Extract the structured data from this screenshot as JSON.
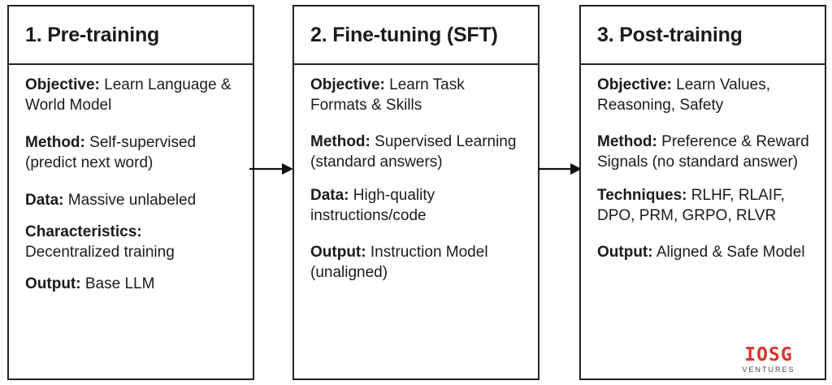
{
  "stages": [
    {
      "title": "1. Pre-training",
      "items": [
        {
          "label": "Objective:",
          "text": "Learn Language & World Model"
        },
        {
          "label": "Method:",
          "text": "Self-supervised (predict next word)"
        },
        {
          "label": "Data:",
          "text": "Massive unlabeled"
        },
        {
          "label": "Characteristics:",
          "text": "Decentralized training"
        },
        {
          "label": "Output:",
          "text": "Base LLM"
        }
      ]
    },
    {
      "title": "2. Fine-tuning (SFT)",
      "items": [
        {
          "label": "Objective:",
          "text": "Learn Task Formats & Skills"
        },
        {
          "label": "Method:",
          "text": "Supervised Learning (standard answers)"
        },
        {
          "label": "Data:",
          "text": "High-quality instructions/code"
        },
        {
          "label": "Output:",
          "text": "Instruction Model (unaligned)"
        }
      ]
    },
    {
      "title": "3. Post-training",
      "items": [
        {
          "label": "Objective:",
          "text": "Learn Values, Reasoning, Safety"
        },
        {
          "label": "Method:",
          "text": "Preference & Reward Signals (no standard answer)"
        },
        {
          "label": "Techniques:",
          "text": "RLHF, RLAIF, DPO, PRM, GRPO, RLVR"
        },
        {
          "label": "Output:",
          "text": "Aligned & Safe Model"
        }
      ]
    }
  ],
  "logo": {
    "main": "IOSG",
    "sub": "VENTURES",
    "color": "#d8342c"
  }
}
